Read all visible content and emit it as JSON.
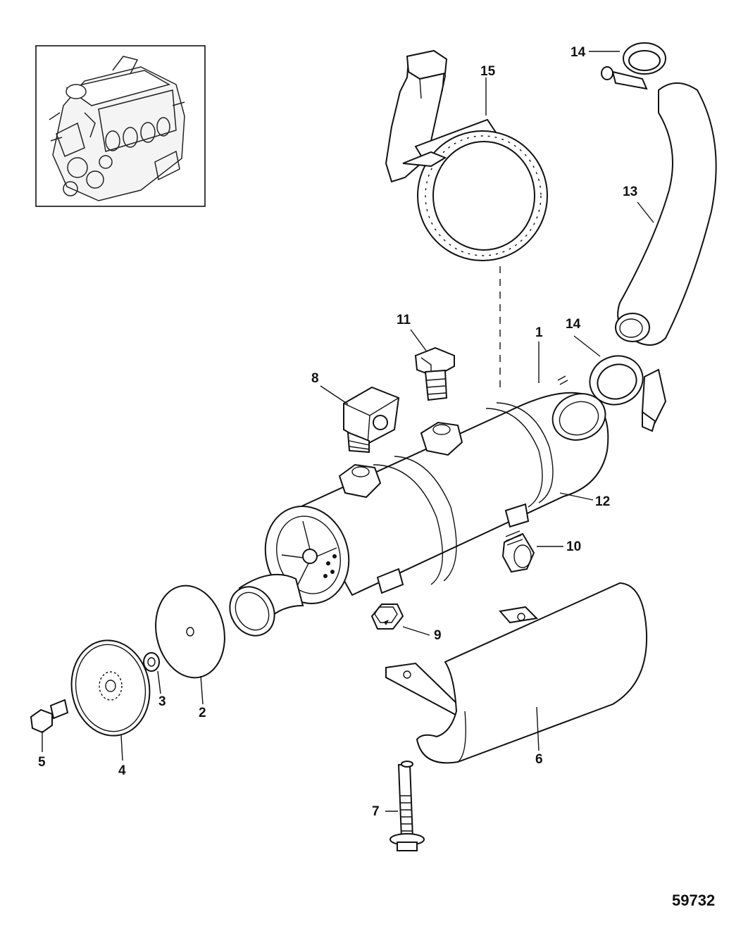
{
  "figure_number": "59732",
  "callouts": {
    "c1": "1",
    "c2": "2",
    "c3": "3",
    "c4": "4",
    "c5": "5",
    "c6": "6",
    "c7": "7",
    "c8": "8",
    "c9": "9",
    "c10": "10",
    "c11": "11",
    "c12": "12",
    "c13": "13",
    "c14a": "14",
    "c14b": "14",
    "c15": "15"
  },
  "icons": {
    "engine_thumbnail": "engine-locator-icon"
  }
}
